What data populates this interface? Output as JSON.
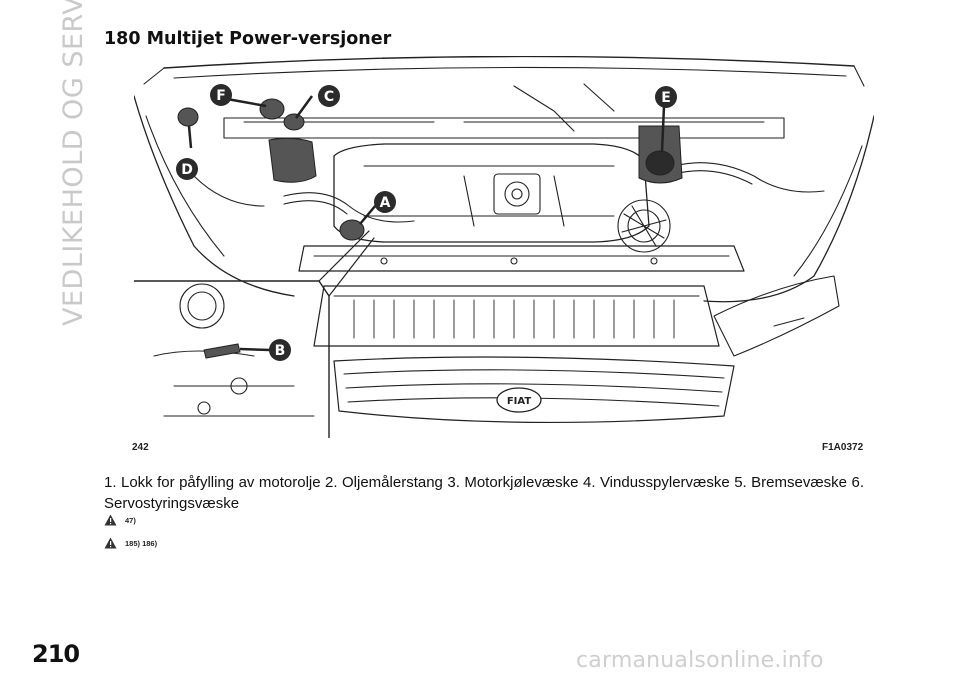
{
  "side_title": "VEDLIKEHOLD OG SERVICE",
  "heading": "180 Multijet Power-versjoner",
  "figure": {
    "number": "242",
    "code": "F1A0372",
    "callouts": [
      "A",
      "B",
      "C",
      "D",
      "E",
      "F"
    ],
    "logo_text": "FIAT",
    "callout_color": "#2b2b2b",
    "line_color": "#222222",
    "highlight_color": "#555555"
  },
  "caption": "1. Lokk for påfylling av motorolje 2. Oljemålerstang 3. Motorkjølevæske 4. Vindusspylervæske 5. Bremsevæske 6. Servostyringsvæske",
  "warnings": [
    {
      "icon": "warning-triangle-icon",
      "ref": "47)"
    },
    {
      "icon": "warning-triangle-icon",
      "ref": "185) 186)"
    }
  ],
  "page_number": "210",
  "watermark": "carmanualsonline.info"
}
